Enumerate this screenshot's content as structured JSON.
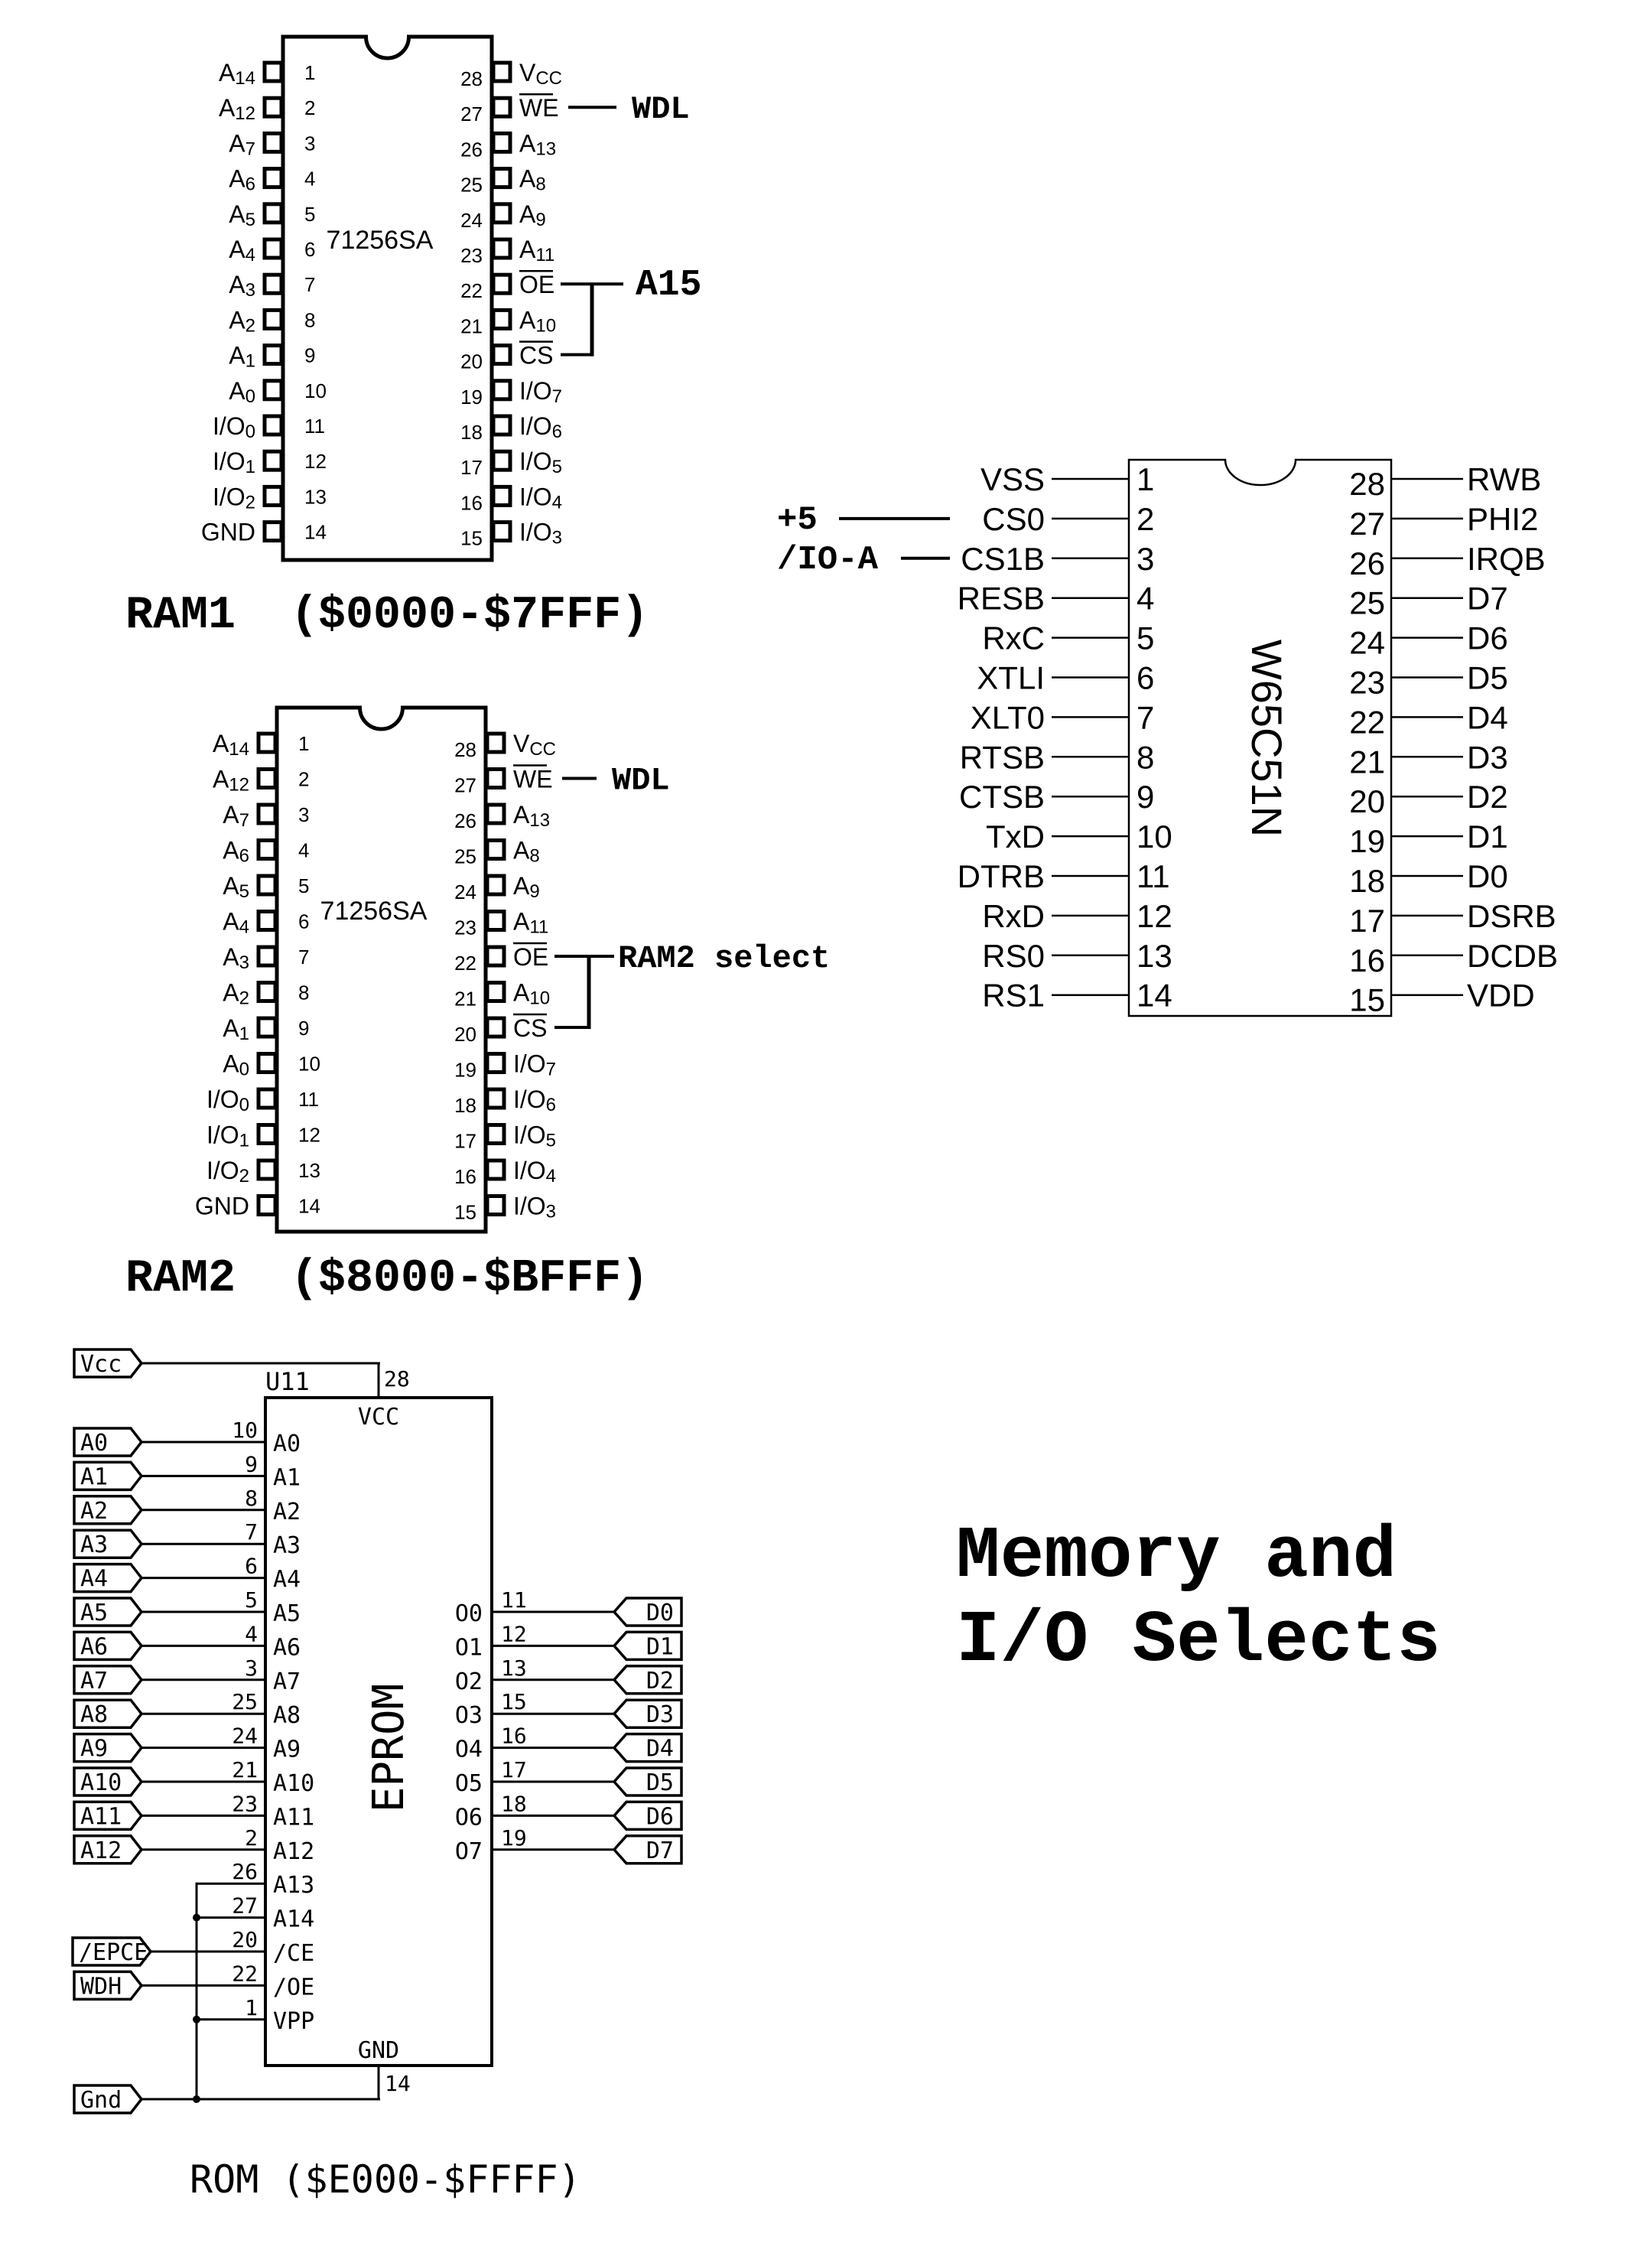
{
  "title": {
    "line1": "Memory and",
    "line2": "I/O Selects"
  },
  "ram1": {
    "part": "71256SA",
    "caption": "RAM1  ($0000-$7FFF)",
    "left_pins": [
      {
        "num": "1",
        "name": "A",
        "sub": "14"
      },
      {
        "num": "2",
        "name": "A",
        "sub": "12"
      },
      {
        "num": "3",
        "name": "A",
        "sub": "7"
      },
      {
        "num": "4",
        "name": "A",
        "sub": "6"
      },
      {
        "num": "5",
        "name": "A",
        "sub": "5"
      },
      {
        "num": "6",
        "name": "A",
        "sub": "4"
      },
      {
        "num": "7",
        "name": "A",
        "sub": "3"
      },
      {
        "num": "8",
        "name": "A",
        "sub": "2"
      },
      {
        "num": "9",
        "name": "A",
        "sub": "1"
      },
      {
        "num": "10",
        "name": "A",
        "sub": "0"
      },
      {
        "num": "11",
        "name": "I/O",
        "sub": "0"
      },
      {
        "num": "12",
        "name": "I/O",
        "sub": "1"
      },
      {
        "num": "13",
        "name": "I/O",
        "sub": "2"
      },
      {
        "num": "14",
        "name": "GND",
        "sub": ""
      }
    ],
    "right_pins": [
      {
        "num": "28",
        "name": "V",
        "sub": "CC",
        "bar": false
      },
      {
        "num": "27",
        "name": "WE",
        "sub": "",
        "bar": true
      },
      {
        "num": "26",
        "name": "A",
        "sub": "13",
        "bar": false
      },
      {
        "num": "25",
        "name": "A",
        "sub": "8",
        "bar": false
      },
      {
        "num": "24",
        "name": "A",
        "sub": "9",
        "bar": false
      },
      {
        "num": "23",
        "name": "A",
        "sub": "11",
        "bar": false
      },
      {
        "num": "22",
        "name": "OE",
        "sub": "",
        "bar": true
      },
      {
        "num": "21",
        "name": "A",
        "sub": "10",
        "bar": false
      },
      {
        "num": "20",
        "name": "CS",
        "sub": "",
        "bar": true
      },
      {
        "num": "19",
        "name": "I/O",
        "sub": "7",
        "bar": false
      },
      {
        "num": "18",
        "name": "I/O",
        "sub": "6",
        "bar": false
      },
      {
        "num": "17",
        "name": "I/O",
        "sub": "5",
        "bar": false
      },
      {
        "num": "16",
        "name": "I/O",
        "sub": "4",
        "bar": false
      },
      {
        "num": "15",
        "name": "I/O",
        "sub": "3",
        "bar": false
      }
    ],
    "we_net": "WDL",
    "select_net": "A15"
  },
  "ram2": {
    "part": "71256SA",
    "caption": "RAM2  ($8000-$BFFF)",
    "we_net": "WDL",
    "select_net": "RAM2 select"
  },
  "acia": {
    "part": "W65C51N",
    "left_pins": [
      {
        "num": "1",
        "name": "VSS"
      },
      {
        "num": "2",
        "name": "CS0"
      },
      {
        "num": "3",
        "name": "CS1B"
      },
      {
        "num": "4",
        "name": "RESB"
      },
      {
        "num": "5",
        "name": "RxC"
      },
      {
        "num": "6",
        "name": "XTLI"
      },
      {
        "num": "7",
        "name": "XLT0"
      },
      {
        "num": "8",
        "name": "RTSB"
      },
      {
        "num": "9",
        "name": "CTSB"
      },
      {
        "num": "10",
        "name": "TxD"
      },
      {
        "num": "11",
        "name": "DTRB"
      },
      {
        "num": "12",
        "name": "RxD"
      },
      {
        "num": "13",
        "name": "RS0"
      },
      {
        "num": "14",
        "name": "RS1"
      }
    ],
    "right_pins": [
      {
        "num": "28",
        "name": "RWB"
      },
      {
        "num": "27",
        "name": "PHI2"
      },
      {
        "num": "26",
        "name": "IRQB"
      },
      {
        "num": "25",
        "name": "D7"
      },
      {
        "num": "24",
        "name": "D6"
      },
      {
        "num": "23",
        "name": "D5"
      },
      {
        "num": "22",
        "name": "D4"
      },
      {
        "num": "21",
        "name": "D3"
      },
      {
        "num": "20",
        "name": "D2"
      },
      {
        "num": "19",
        "name": "D1"
      },
      {
        "num": "18",
        "name": "D0"
      },
      {
        "num": "17",
        "name": "DSRB"
      },
      {
        "num": "16",
        "name": "DCDB"
      },
      {
        "num": "15",
        "name": "VDD"
      }
    ],
    "cs0_net": "+5",
    "cs1b_net": "/IO-A"
  },
  "eprom": {
    "ref": "U11",
    "part": "EPROM",
    "vcc_pin_label": "VCC",
    "vcc_pin_num": "28",
    "gnd_pin_label": "GND",
    "gnd_pin_num": "14",
    "vcc_net": "Vcc",
    "gnd_net": "Gnd",
    "caption": "ROM ($E000-$FFFF)",
    "left_pins": [
      {
        "num": "10",
        "name": "A0",
        "net": "A0"
      },
      {
        "num": "9",
        "name": "A1",
        "net": "A1"
      },
      {
        "num": "8",
        "name": "A2",
        "net": "A2"
      },
      {
        "num": "7",
        "name": "A3",
        "net": "A3"
      },
      {
        "num": "6",
        "name": "A4",
        "net": "A4"
      },
      {
        "num": "5",
        "name": "A5",
        "net": "A5"
      },
      {
        "num": "4",
        "name": "A6",
        "net": "A6"
      },
      {
        "num": "3",
        "name": "A7",
        "net": "A7"
      },
      {
        "num": "25",
        "name": "A8",
        "net": "A8"
      },
      {
        "num": "24",
        "name": "A9",
        "net": "A9"
      },
      {
        "num": "21",
        "name": "A10",
        "net": "A10"
      },
      {
        "num": "23",
        "name": "A11",
        "net": "A11"
      },
      {
        "num": "2",
        "name": "A12",
        "net": "A12"
      },
      {
        "num": "26",
        "name": "A13",
        "net": ""
      },
      {
        "num": "27",
        "name": "A14",
        "net": ""
      },
      {
        "num": "20",
        "name": "/CE",
        "net": "/EPCE"
      },
      {
        "num": "22",
        "name": "/OE",
        "net": "WDH"
      },
      {
        "num": "1",
        "name": "VPP",
        "net": ""
      }
    ],
    "right_pins": [
      {
        "num": "11",
        "name": "O0",
        "net": "D0"
      },
      {
        "num": "12",
        "name": "O1",
        "net": "D1"
      },
      {
        "num": "13",
        "name": "O2",
        "net": "D2"
      },
      {
        "num": "15",
        "name": "O3",
        "net": "D3"
      },
      {
        "num": "16",
        "name": "O4",
        "net": "D4"
      },
      {
        "num": "17",
        "name": "O5",
        "net": "D5"
      },
      {
        "num": "18",
        "name": "O6",
        "net": "D6"
      },
      {
        "num": "19",
        "name": "O7",
        "net": "D7"
      }
    ]
  }
}
